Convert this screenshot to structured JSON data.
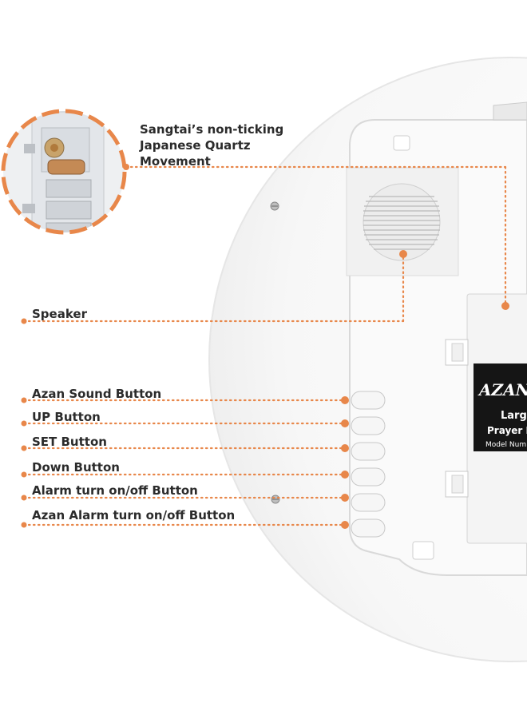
{
  "colors": {
    "accent": "#e8874a",
    "clock_body": "#ffffff",
    "panel": "#f3f3f3",
    "label_dark": "#1a1a1a"
  },
  "callouts": {
    "movement": [
      "Sangtai’s non-ticking",
      "Japanese Quartz",
      "Movement"
    ],
    "speaker": "Speaker",
    "buttons": [
      "Azan Sound Button",
      "UP Button",
      "SET Button",
      "Down Button",
      "Alarm turn on/off Button",
      "Azan Alarm turn on/off Button"
    ]
  },
  "product_label": {
    "logo": "AZAN",
    "line1": "Large",
    "line2": "Prayer R",
    "line3": "Model Num"
  },
  "icons": [
    "quartz-movement-photo",
    "speaker-grille-icon",
    "screw-icon"
  ]
}
